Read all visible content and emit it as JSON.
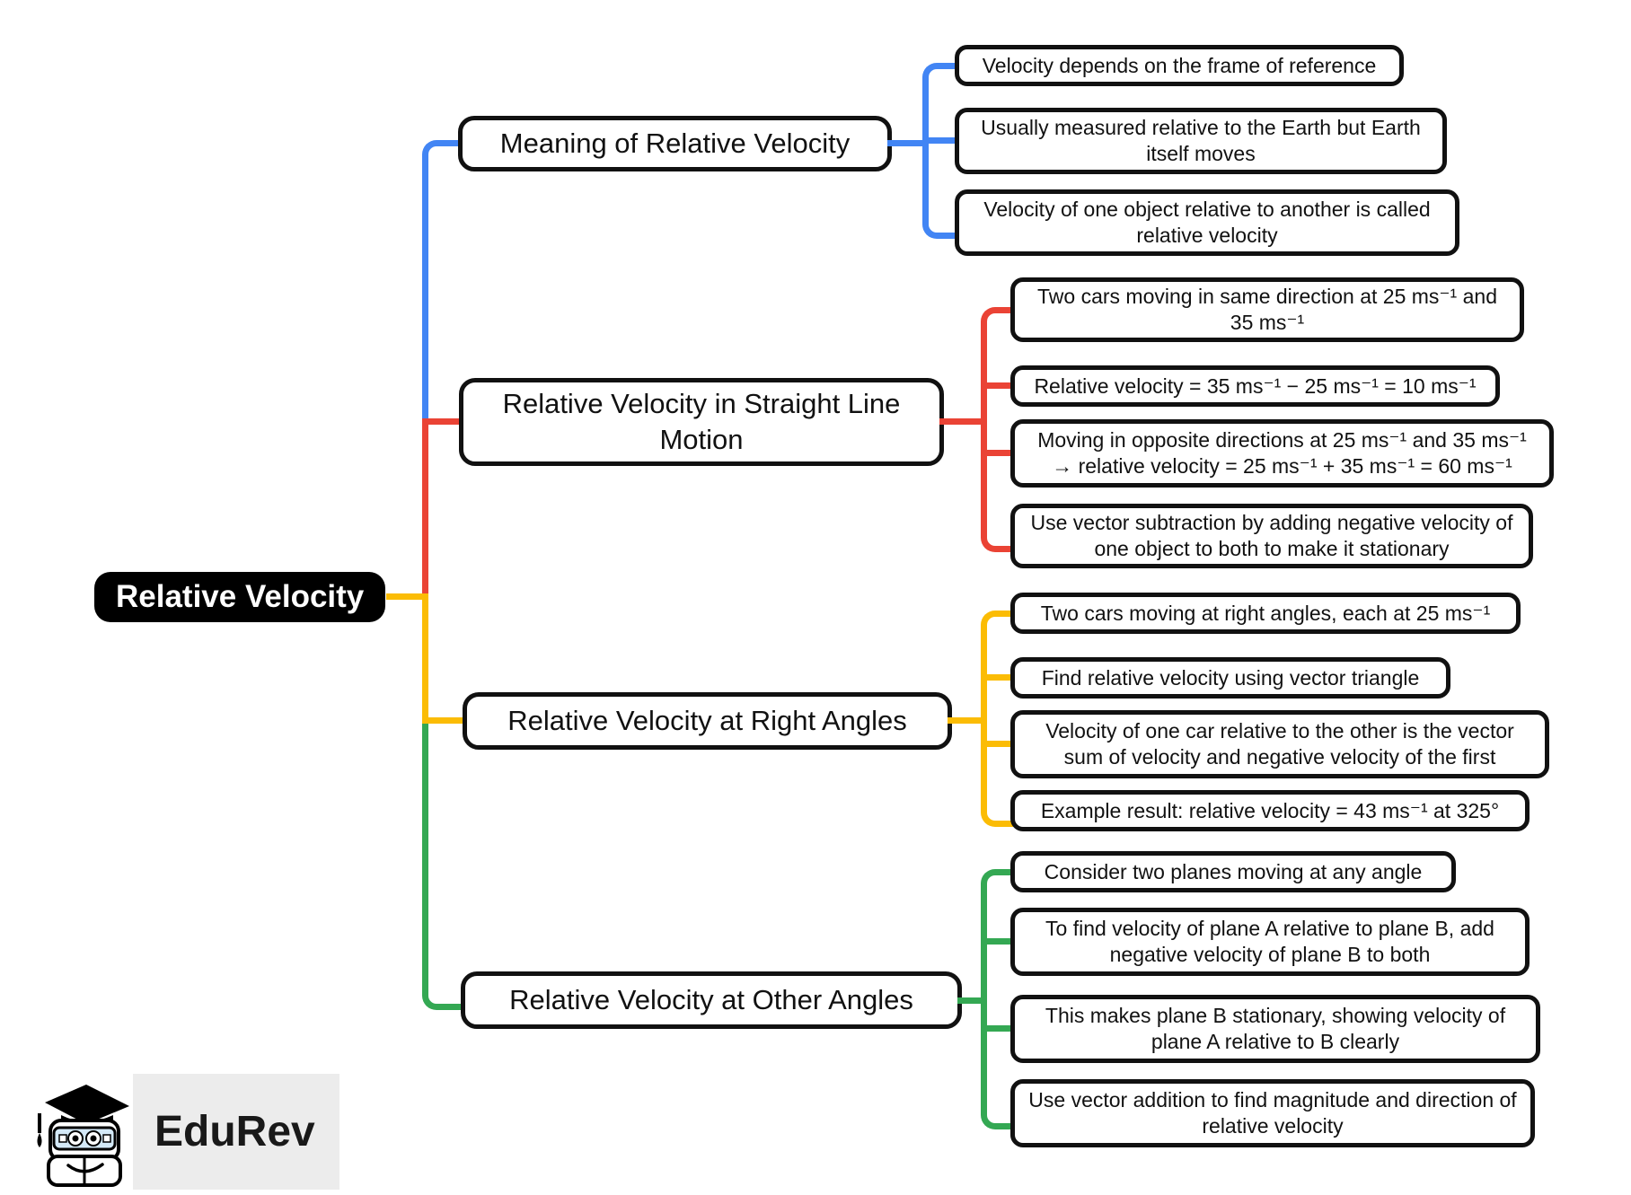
{
  "root": {
    "label": "Relative Velocity"
  },
  "branches": [
    {
      "label": "Meaning of Relative Velocity",
      "color": "#4285F4",
      "children": [
        "Velocity depends on the frame of reference",
        "Usually measured relative to the Earth but Earth itself moves",
        "Velocity of one object relative to another is called relative velocity"
      ]
    },
    {
      "label": "Relative Velocity in Straight Line Motion",
      "color": "#EA4335",
      "children": [
        "Two cars moving in same direction at 25 ms⁻¹ and 35 ms⁻¹",
        "Relative velocity = 35 ms⁻¹ − 25 ms⁻¹ = 10 ms⁻¹",
        "Moving in opposite directions at 25 ms⁻¹ and 35 ms⁻¹ → relative velocity = 25 ms⁻¹ + 35 ms⁻¹ = 60 ms⁻¹",
        "Use vector subtraction by adding negative velocity of one object to both to make it stationary"
      ]
    },
    {
      "label": "Relative Velocity at Right Angles",
      "color": "#FBBC05",
      "children": [
        "Two cars moving at right angles, each at 25 ms⁻¹",
        "Find relative velocity using vector triangle",
        "Velocity of one car relative to the other is the vector sum of velocity and negative velocity of the first",
        "Example result: relative velocity = 43 ms⁻¹ at 325°"
      ]
    },
    {
      "label": "Relative Velocity at Other Angles",
      "color": "#34A853",
      "children": [
        "Consider two planes moving at any angle",
        "To find velocity of plane A relative to plane B, add negative velocity of plane B to both",
        "This makes plane B stationary, showing velocity of plane A relative to B clearly",
        "Use vector addition to find magnitude and direction of relative velocity"
      ]
    }
  ],
  "logo": {
    "brand": "EduRev"
  },
  "colors": {
    "blue": "#4285F4",
    "red": "#EA4335",
    "yellow": "#FBBC05",
    "green": "#34A853",
    "root_bg": "#000000",
    "root_text": "#FFFFFF",
    "box_bg": "#FFFFFF",
    "text": "#111111"
  }
}
